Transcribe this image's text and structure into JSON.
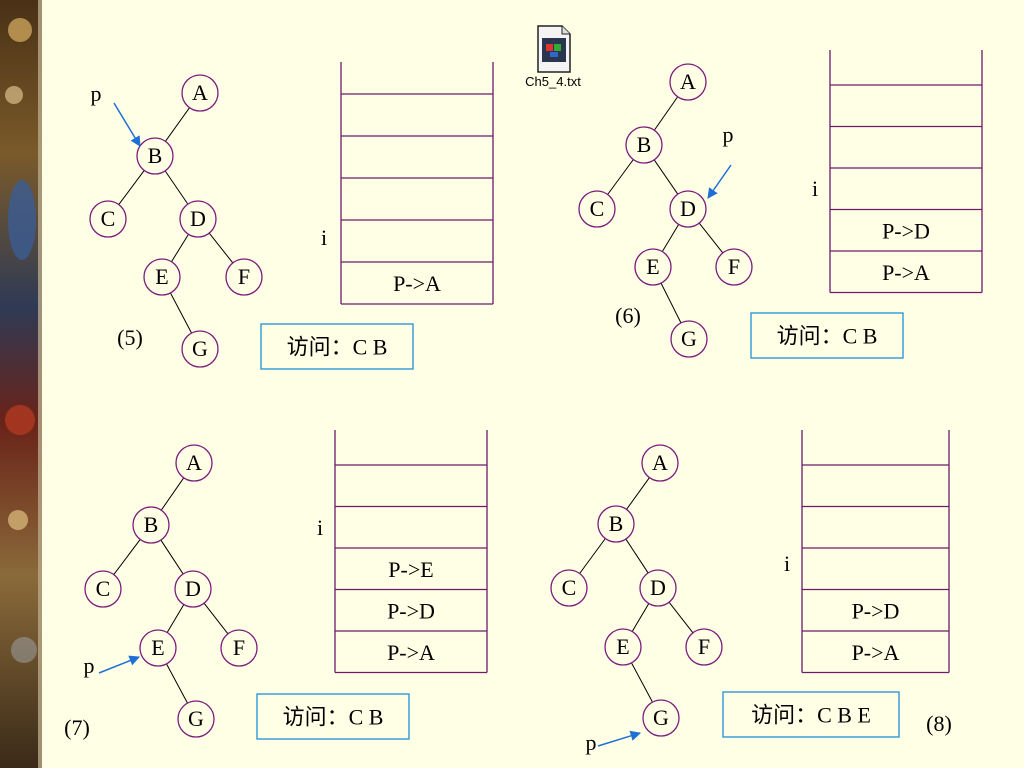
{
  "attachment": {
    "filename": "Ch5_4.txt",
    "icon": "text-file-icon"
  },
  "colors": {
    "background": "#FFFFE6",
    "node_stroke": "#7B1C7B",
    "edge": "#000000",
    "pointer": "#1F6FD6",
    "visit_border": "#1F8FD6",
    "stack_line": "#6B1B6B"
  },
  "panels": [
    {
      "label": "(5)",
      "pointer_label": "p",
      "pointer_target": "B",
      "stack_index_label": "i",
      "stack": [
        "P->A"
      ],
      "visit_text": "访问：C B"
    },
    {
      "label": "(6)",
      "pointer_label": "p",
      "pointer_target": "D",
      "stack_index_label": "i",
      "stack": [
        "P->D",
        "P->A"
      ],
      "visit_text": "访问：C B"
    },
    {
      "label": "(7)",
      "pointer_label": "p",
      "pointer_target": "E",
      "stack_index_label": "i",
      "stack": [
        "P->E",
        "P->D",
        "P->A"
      ],
      "visit_text": "访问：C B"
    },
    {
      "label": "(8)",
      "pointer_label": "p",
      "pointer_target": "G",
      "stack_index_label": "i",
      "stack": [
        "P->D",
        "P->A"
      ],
      "visit_text": "访问：C B E"
    }
  ],
  "tree": {
    "nodes": [
      "A",
      "B",
      "C",
      "D",
      "E",
      "F",
      "G"
    ],
    "edges": [
      [
        "A",
        "B"
      ],
      [
        "B",
        "C"
      ],
      [
        "B",
        "D"
      ],
      [
        "D",
        "E"
      ],
      [
        "D",
        "F"
      ],
      [
        "E",
        "G"
      ]
    ]
  }
}
